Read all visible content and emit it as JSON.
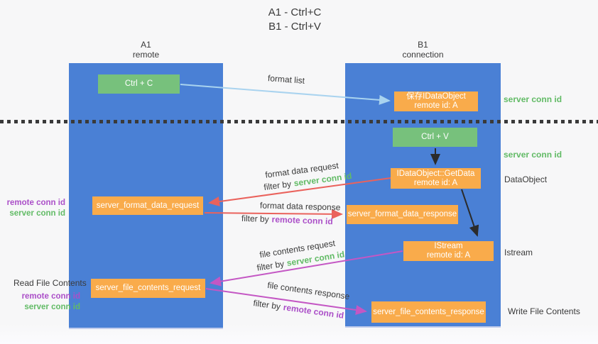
{
  "title": {
    "line1": "A1 - Ctrl+C",
    "line2": "B1 - Ctrl+V"
  },
  "lanes": {
    "a": {
      "id": "A1",
      "role": "remote"
    },
    "b": {
      "id": "B1",
      "role": "connection"
    }
  },
  "nodes": {
    "ctrl_c": {
      "label": "Ctrl + C"
    },
    "save_dataobject": {
      "line1": "保存IDataObject",
      "line2": "remote id: A"
    },
    "ctrl_v": {
      "label": "Ctrl + V"
    },
    "getdata": {
      "line1": "IDataObject::GetData",
      "line2": "remote id: A"
    },
    "format_request": {
      "label": "server_format_data_request"
    },
    "format_response": {
      "label": "server_format_data_response"
    },
    "istream": {
      "line1": "IStream",
      "line2": "remote id: A"
    },
    "file_request": {
      "label": "server_file_contents_request"
    },
    "file_response": {
      "label": "server_file_contents_response"
    }
  },
  "edges": {
    "format_list": {
      "label": "format list"
    },
    "format_request": {
      "label": "format data request",
      "filter_prefix": "filter by",
      "filter_value": "server conn id"
    },
    "format_response": {
      "label": "format data response",
      "filter_prefix": "filter by",
      "filter_value": "remote conn id"
    },
    "file_request": {
      "label": "file contents request",
      "filter_prefix": "filter by",
      "filter_value": "server conn id"
    },
    "file_response": {
      "label": "file contents response",
      "filter_prefix": "filter by",
      "filter_value": "remote conn id"
    }
  },
  "side_labels": {
    "server_conn_id_top": "server conn id",
    "server_conn_id_mid": "server conn id",
    "dataobject": "DataObject",
    "istream": "Istream",
    "write_file_contents": "Write File Contents",
    "read_file_contents": "Read File Contents",
    "format_remote_conn_id": "remote conn id",
    "format_server_conn_id": "server conn id",
    "file_remote_conn_id": "remote conn id",
    "file_server_conn_id": "server conn id"
  },
  "colors": {
    "lane_blue": "#4a80d5",
    "box_green": "#77c17c",
    "box_orange": "#f9ab4b",
    "green_id_text": "#62bb66",
    "purple_id_text": "#ab4fc8",
    "red_arrow": "#ea625c",
    "magenta_arrow": "#c457c4",
    "light_blue_arrow": "#a9d3ef",
    "black_arrow": "#2b2b2b"
  }
}
